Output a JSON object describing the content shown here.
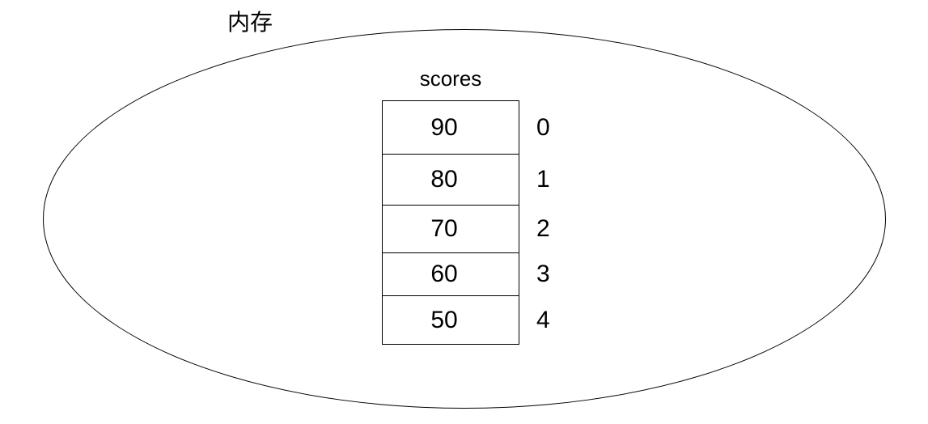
{
  "diagram": {
    "memory_label": "内存",
    "array_name": "scores",
    "cells": [
      {
        "value": "90",
        "index": "0"
      },
      {
        "value": "80",
        "index": "1"
      },
      {
        "value": "70",
        "index": "2"
      },
      {
        "value": "60",
        "index": "3"
      },
      {
        "value": "50",
        "index": "4"
      }
    ],
    "colors": {
      "background": "#ffffff",
      "stroke": "#000000",
      "text": "#000000"
    }
  }
}
